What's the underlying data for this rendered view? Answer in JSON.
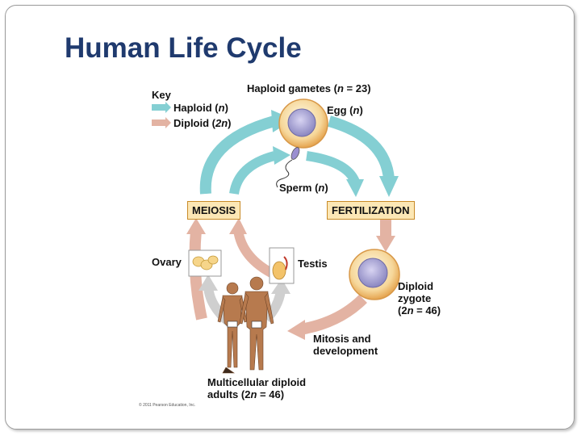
{
  "slide": {
    "title": "Human Life Cycle"
  },
  "diagram": {
    "key_title": "Key",
    "key": [
      {
        "name": "Haploid",
        "ploidy": "n",
        "color": "#84cfd3"
      },
      {
        "name": "Diploid",
        "ploidy": "2n",
        "color": "#e3b3a3"
      }
    ],
    "haploid_gametes": {
      "text": "Haploid gametes (",
      "var": "n",
      "eq": " = 23)"
    },
    "egg": {
      "text": "Egg (",
      "var": "n",
      "close": ")"
    },
    "sperm": {
      "text": "Sperm (",
      "var": "n",
      "close": ")"
    },
    "meiosis": "MEIOSIS",
    "fertilization": "FERTILIZATION",
    "ovary": "Ovary",
    "testis": "Testis",
    "zygote_line1": "Diploid",
    "zygote_line2": "zygote",
    "zygote_line3": {
      "open": "(2",
      "var": "n",
      "eq": " = 46)"
    },
    "mitosis_line1": "Mitosis and",
    "mitosis_line2": "development",
    "adults_line1": "Multicellular diploid",
    "adults_line2": {
      "text": "adults (2",
      "var": "n",
      "eq": " = 46)"
    },
    "copyright": "© 2011 Pearson Education, Inc.",
    "colors": {
      "haploid_arrow": "#84cfd3",
      "diploid_arrow": "#e3b3a3",
      "gray_arrow": "#cfcfcf",
      "box_fill": "#fce7b5",
      "box_border": "#c98b28",
      "title": "#1f3a6e"
    }
  }
}
